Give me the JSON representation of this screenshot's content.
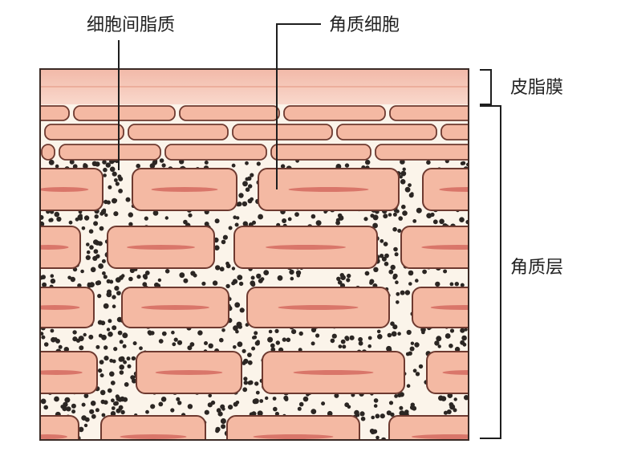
{
  "labels": {
    "intercellular_lipid": "细胞间脂质",
    "corneocyte": "角质细胞",
    "sebum_film": "皮脂膜",
    "stratum_corneum": "角质层"
  },
  "colors": {
    "sebum_top": "#f2b9a8",
    "sebum_bottom": "#f9d8cc",
    "cell_fill": "#f4b9a3",
    "cell_stroke": "#6e3a30",
    "nucleus": "#d9766a",
    "lipid_bg": "#fbf4ea",
    "lipid_dot": "#2b2623",
    "line": "#1e1e1e"
  }
}
